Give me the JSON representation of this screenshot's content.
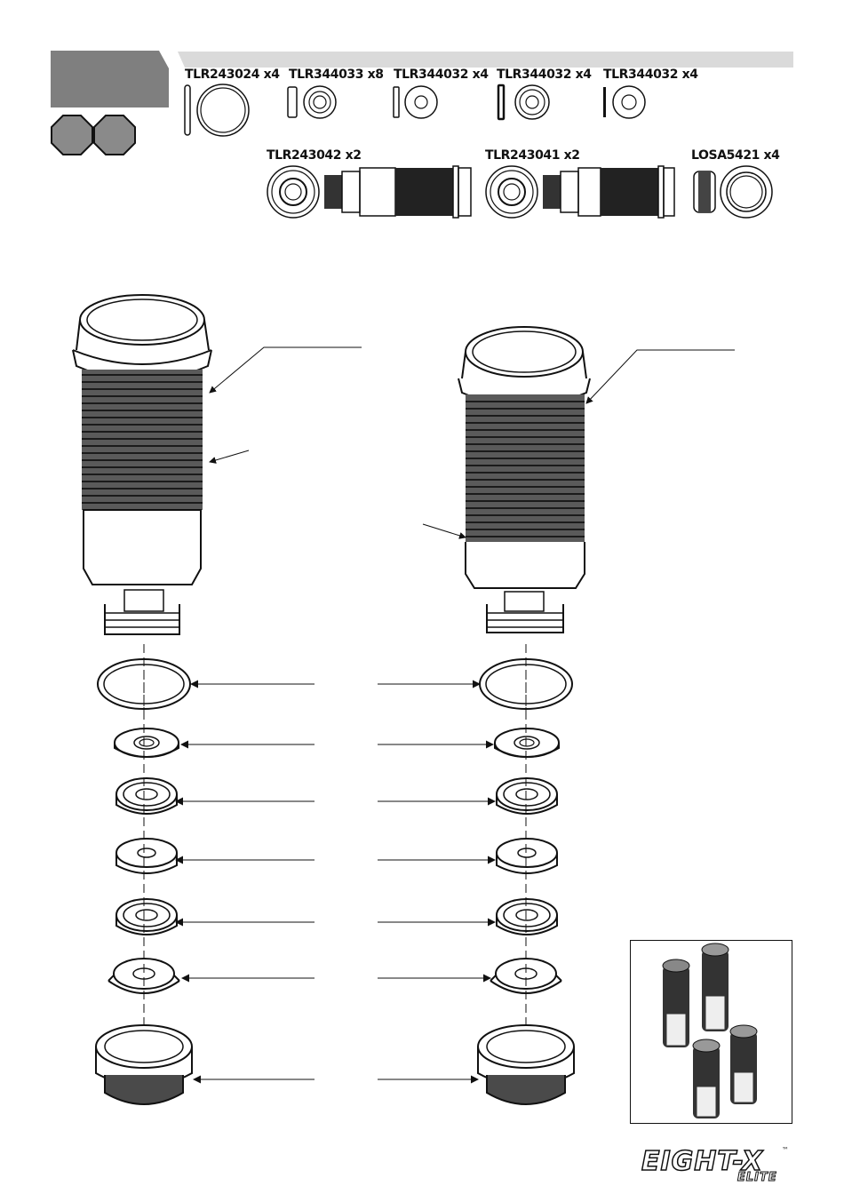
{
  "header": {
    "labels": [
      {
        "text": "TLR243024 x4"
      },
      {
        "text": "TLR344033 x8"
      },
      {
        "text": "TLR344032 x4"
      },
      {
        "text": "TLR344032 x4"
      },
      {
        "text": "TLR344032 x4"
      }
    ],
    "labels2": [
      {
        "text": "TLR243042 x2"
      },
      {
        "text": "TLR243041 x2"
      },
      {
        "text": "LOSA5421 x4"
      }
    ]
  },
  "logo": {
    "main": "EIGHT-X",
    "sub": "ELITE",
    "tm": "™"
  },
  "colors": {
    "step_tab": "#7f7f7f",
    "header_bar": "#dadada",
    "hex": "#8a8a8a",
    "ink": "#111111"
  }
}
